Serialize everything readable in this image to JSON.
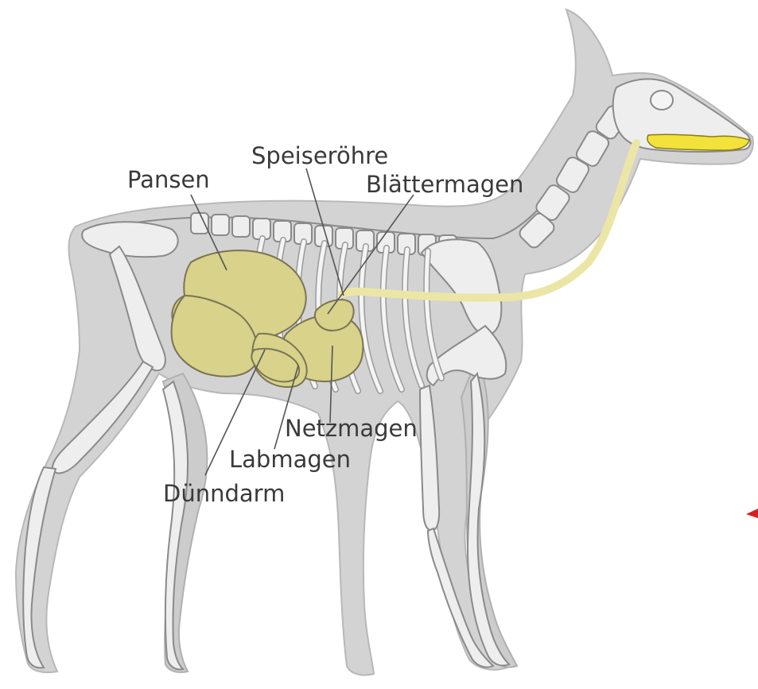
{
  "labels": {
    "pansen": "Pansen",
    "speiseroehre": "Speiseröhre",
    "blaettermagen": "Blättermagen",
    "netzmagen": "Netzmagen",
    "labmagen": "Labmagen",
    "duenndarm": "Dünndarm"
  },
  "colors": {
    "body": "#d3d3d3",
    "body_outline": "#b8b8b8",
    "bone": "#eeeeee",
    "organ": "#d8d28a",
    "esophagus": "#ece6a6",
    "teeth": "#f2e23a",
    "arrow": "#d42020"
  }
}
